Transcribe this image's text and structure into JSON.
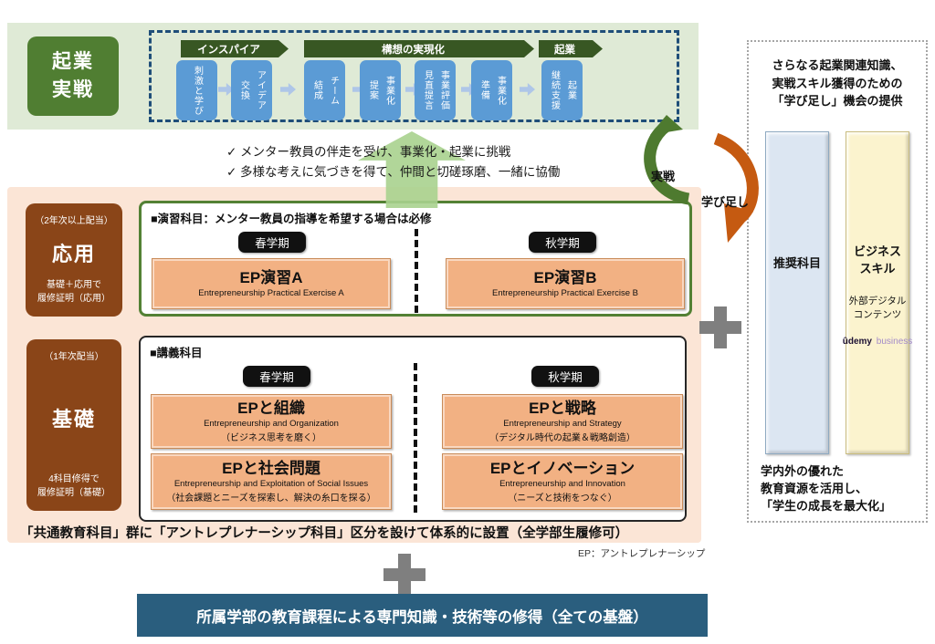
{
  "top": {
    "practice_title": "起業\n実戦",
    "stages": [
      "インスパイア",
      "構想の実現化",
      "起業"
    ],
    "flow_steps": [
      "刺激と学び",
      "アイデア\n交換",
      "チーム\n結成",
      "事業化\n提案",
      "事業評価\n見直提言",
      "事業化\n準備",
      "起業\n継続支援"
    ]
  },
  "checklist": [
    "✓ メンター教員の伴走を受け、事業化・起業に挑戦",
    "✓ 多様な考えに気づきを得て、仲間と切磋琢磨、一緒に協働"
  ],
  "arrows": {
    "practice": "実戦",
    "relearn": "学び足し"
  },
  "applied": {
    "grade": "（2年次以上配当）",
    "title": "応用",
    "note": "基礎＋応用で\n履修証明（応用）"
  },
  "basic": {
    "grade": "（1年次配当）",
    "title": "基礎",
    "note": "4科目修得で\n履修証明（基礎）"
  },
  "seminar": {
    "header": "■演習科目：メンター教員の指導を希望する場合は必修",
    "spring": "春学期",
    "autumn": "秋学期",
    "courses": [
      {
        "title": "EP演習A",
        "en": "Entrepreneurship Practical Exercise A"
      },
      {
        "title": "EP演習B",
        "en": "Entrepreneurship Practical Exercise B"
      }
    ]
  },
  "lecture": {
    "header": "■講義科目",
    "spring": "春学期",
    "autumn": "秋学期",
    "courses": [
      {
        "title": "EPと組織",
        "en": "Entrepreneurship and Organization",
        "note": "（ビジネス思考を磨く）"
      },
      {
        "title": "EPと戦略",
        "en": "Entrepreneurship and Strategy",
        "note": "（デジタル時代の起業＆戦略創造）"
      },
      {
        "title": "EPと社会問題",
        "en": "Entrepreneurship and Exploitation of Social Issues",
        "note": "（社会課題とニーズを探索し、解決の糸口を探る）"
      },
      {
        "title": "EPとイノベーション",
        "en": "Entrepreneurship and Innovation",
        "note": "（ニーズと技術をつなぐ）"
      }
    ]
  },
  "pink_caption": "「共通教育科目」群に「アントレプレナーシップ科目」区分を設けて体系的に設置（全学部生履修可）",
  "ep_note": "EP：アントレプレナーシップ",
  "foundation": "所属学部の教育課程による専門知識・技術等の修得（全ての基盤）",
  "sidebar": {
    "top_text": "さらなる起業関連知識、\n実戦スキル獲得のための\n「学び足し」機会の提供",
    "recommended": "推奨科目",
    "business_title": "ビジネス\nスキル",
    "business_sub": "外部デジタル\nコンテンツ",
    "logo": {
      "udemy": "ûdemy",
      "business": "business"
    },
    "bottom_text": "学内外の優れた\n教育資源を活用し、\n「学生の成長を最大化」"
  },
  "colors": {
    "practice_green": "#507E32",
    "stage_green": "#385723",
    "flow_blue": "#5B9BD5",
    "band_green": "#DFEAD6",
    "pink_bg": "#FBE5D6",
    "level_brown": "#8A4518",
    "course_orange": "#F2B183",
    "foundation_blue": "#2A5E7E",
    "relearn_orange": "#C55A11",
    "up_arrow_green": "#A9D18E"
  }
}
